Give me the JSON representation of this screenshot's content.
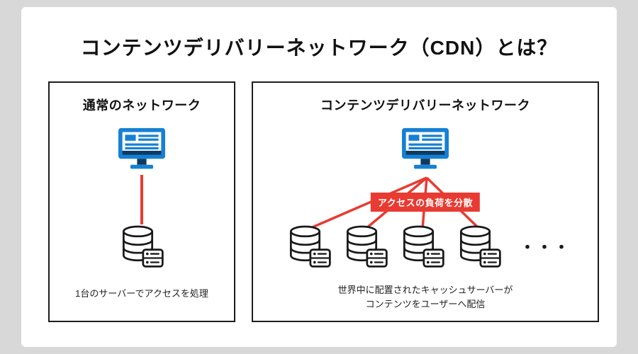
{
  "colors": {
    "bg": "#d8d8d8",
    "card": "#ffffff",
    "red": "#e83b32",
    "blue": "#1580d4",
    "blue_dark": "#0d3a5f",
    "ink": "#111111"
  },
  "title": "コンテンツデリバリーネットワーク（CDN）とは？",
  "left_panel": {
    "heading": "通常のネットワーク",
    "caption": "1台のサーバーでアクセスを処理"
  },
  "right_panel": {
    "heading": "コンテンツデリバリーネットワーク",
    "badge": "アクセスの負荷を分散",
    "dots": "・・・",
    "caption_line1": "世界中に配置されたキャッシュサーバーが",
    "caption_line2": "コンテンツをユーザーへ配信"
  },
  "icons": {
    "monitor": "blue-monitor-icon",
    "server": "database-server-icon",
    "connector": "red-connector-line"
  }
}
